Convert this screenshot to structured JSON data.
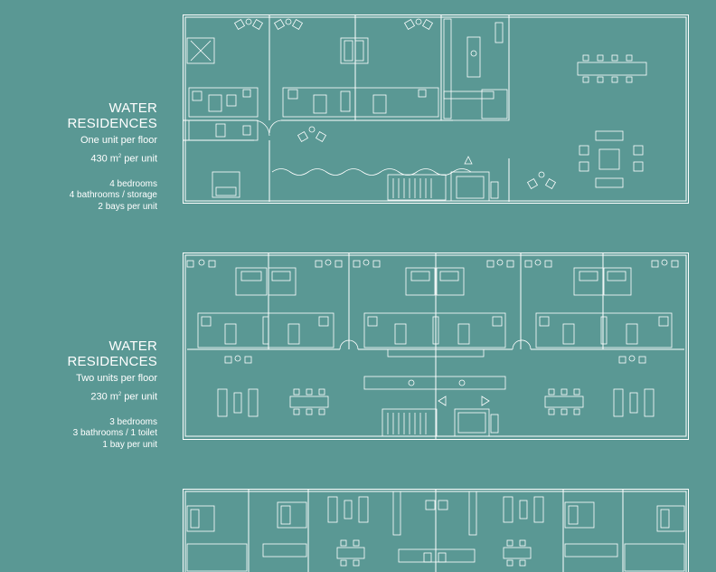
{
  "sections": [
    {
      "title_line1": "WATER",
      "title_line2": "RESIDENCES",
      "units": "One unit per floor",
      "area_value": "430 m",
      "area_sup": "2",
      "area_suffix": " per unit",
      "bedrooms": "4 bedrooms",
      "bathrooms": "4 bathrooms / storage",
      "bays": "2 bays per unit"
    },
    {
      "title_line1": "WATER",
      "title_line2": "RESIDENCES",
      "units": "Two units per floor",
      "area_value": "230 m",
      "area_sup": "2",
      "area_suffix": " per unit",
      "bedrooms": "3 bedrooms",
      "bathrooms": "3 bathrooms / 1 toilet",
      "bays": "1 bay per unit"
    }
  ],
  "colors": {
    "background": "#5a9894",
    "lines": "#ffffff"
  }
}
